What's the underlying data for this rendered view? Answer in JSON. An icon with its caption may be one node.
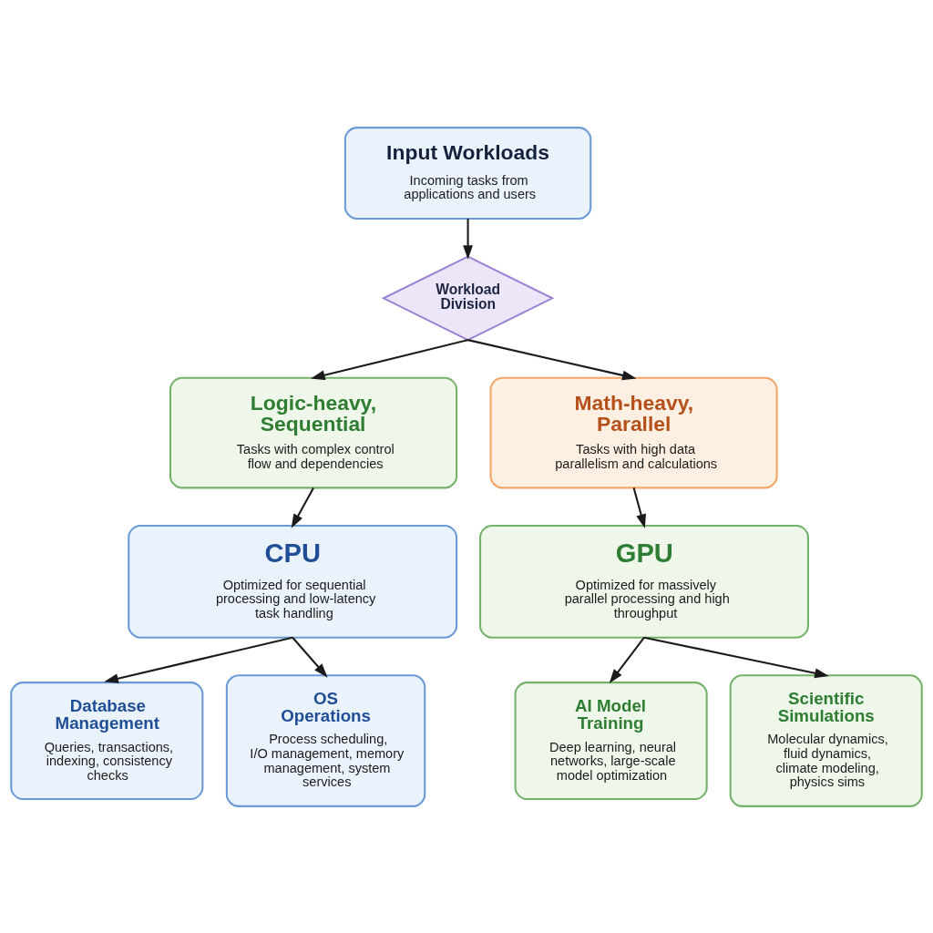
{
  "diagram": {
    "nodes": [
      {
        "text": [
          "Input Workloads",
          "Incoming tasks from applications and users"
        ]
      },
      {
        "text": [
          "Workload Division"
        ]
      },
      {
        "text": [
          "Logic-heavy, Sequential",
          "Tasks with complex control flow and dependencies"
        ]
      },
      {
        "text": [
          "Math-heavy, Parallel",
          "Tasks with high data parallelism and calculations"
        ]
      },
      {
        "text": [
          "CPU",
          "Optimized for sequential processing and low-latency task handling"
        ]
      },
      {
        "text": [
          "GPU",
          "Optimized for massively parallel processing and high throughput"
        ]
      },
      {
        "text": [
          "Database Management",
          "Queries, transactions, indexing, consistency checks"
        ]
      },
      {
        "text": [
          "OS Operations",
          "Process scheduling, I/O management, memory management, system services"
        ]
      },
      {
        "text": [
          "AI Model Training",
          "Deep learning, neural networks, large-scale model optimization"
        ]
      },
      {
        "text": [
          "Scientific Simulations",
          "Molecular dynamics, fluid dynamics, climate modeling, physics sims"
        ]
      }
    ],
    "edges": [
      {
        "from": 0,
        "to": 1,
        "arrow": "to"
      },
      {
        "from": 1,
        "to": 2,
        "arrow": "to"
      },
      {
        "from": 1,
        "to": 3,
        "arrow": "to"
      },
      {
        "from": 2,
        "to": 4,
        "arrow": "to"
      },
      {
        "from": 3,
        "to": 5,
        "arrow": "to"
      },
      {
        "from": 4,
        "to": 6,
        "arrow": "to"
      },
      {
        "from": 4,
        "to": 7,
        "arrow": "to"
      },
      {
        "from": 5,
        "to": 8,
        "arrow": "to"
      },
      {
        "from": 5,
        "to": 9,
        "arrow": "to"
      }
    ]
  }
}
